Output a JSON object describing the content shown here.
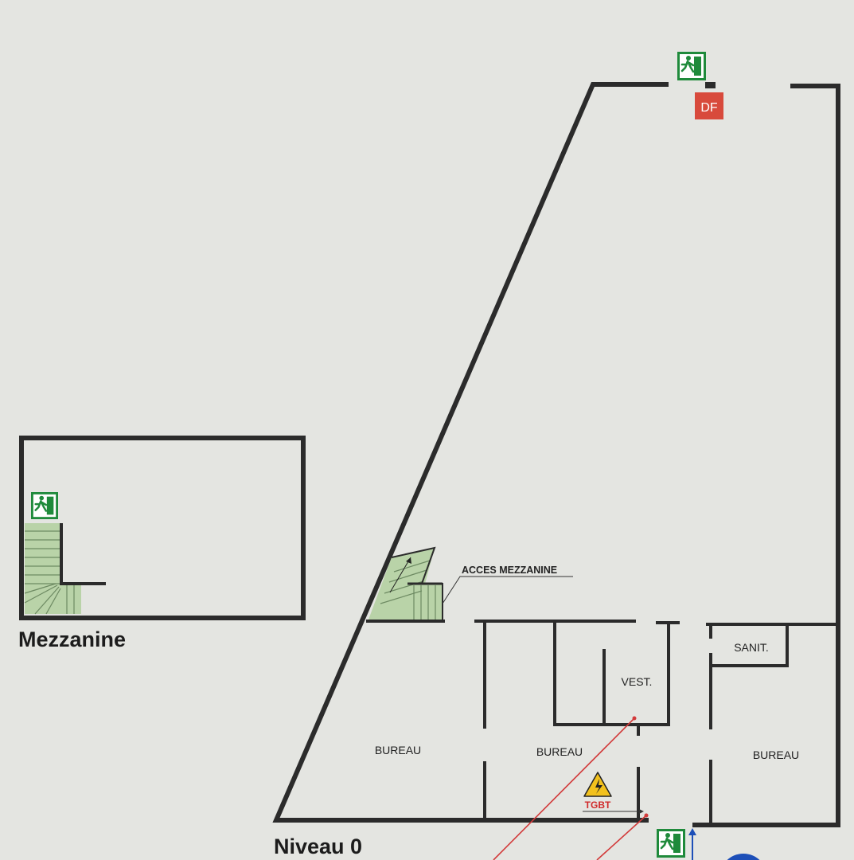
{
  "plans": {
    "mezzanine": {
      "title": "Mezzanine"
    },
    "ground": {
      "title": "Niveau 0",
      "rooms": {
        "bureau_left": "BUREAU",
        "bureau_center": "BUREAU",
        "bureau_right": "BUREAU",
        "vestiaire": "VEST.",
        "sanitaires": "SANIT."
      },
      "callouts": {
        "mezzanine_access": "ACCES MEZZANINE",
        "electrical_panel": "TGBT",
        "fire_door": "DF"
      }
    }
  },
  "icons": {
    "emergency_exit": "emergency-exit-icon",
    "electrical_hazard": "electrical-hazard-icon",
    "staircase": "staircase-icon"
  },
  "colors": {
    "wall": "#2b2b2b",
    "exit_green": "#1f8a3b",
    "stair_fill": "#b9d3a8",
    "fire_door_red": "#d84a3c",
    "evacuation_route": "#d23a3a",
    "hazard_yellow": "#f2c11d",
    "tgbt_red": "#d02a2a",
    "direction_blue": "#1d4fb8"
  }
}
